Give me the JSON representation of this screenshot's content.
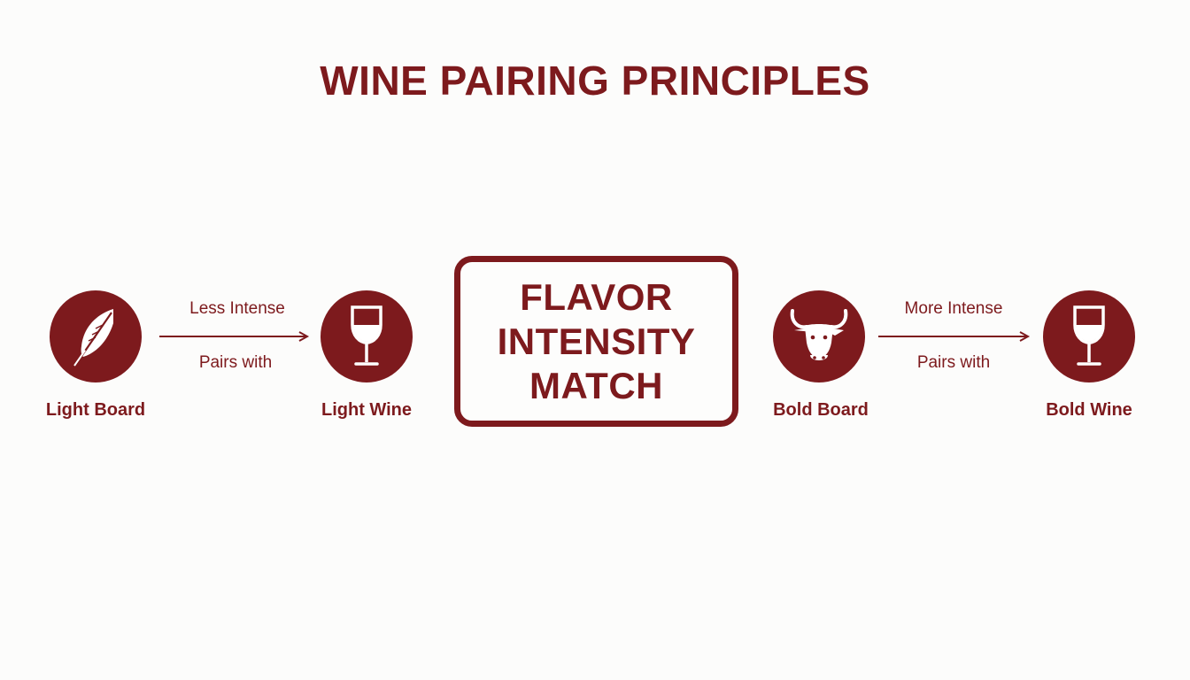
{
  "title": "WINE PAIRING PRINCIPLES",
  "center": {
    "lines": [
      "FLAVOR",
      "INTENSITY",
      "MATCH"
    ]
  },
  "colors": {
    "accent": "#7d1a1d",
    "background": "#fcfcfb"
  },
  "nodes": [
    {
      "label": "Light Board",
      "icon": "feather-icon"
    },
    {
      "label": "Light Wine",
      "icon": "wine-glass-icon"
    },
    {
      "label": "Bold Board",
      "icon": "bull-head-icon"
    },
    {
      "label": "Bold Wine",
      "icon": "wine-glass-icon"
    }
  ],
  "edges": [
    {
      "from": "Light Board",
      "to": "Light Wine",
      "top_text": "Less Intense",
      "bottom_text": "Pairs with"
    },
    {
      "from": "Bold Board",
      "to": "Bold Wine",
      "top_text": "More Intense",
      "bottom_text": "Pairs with"
    }
  ]
}
